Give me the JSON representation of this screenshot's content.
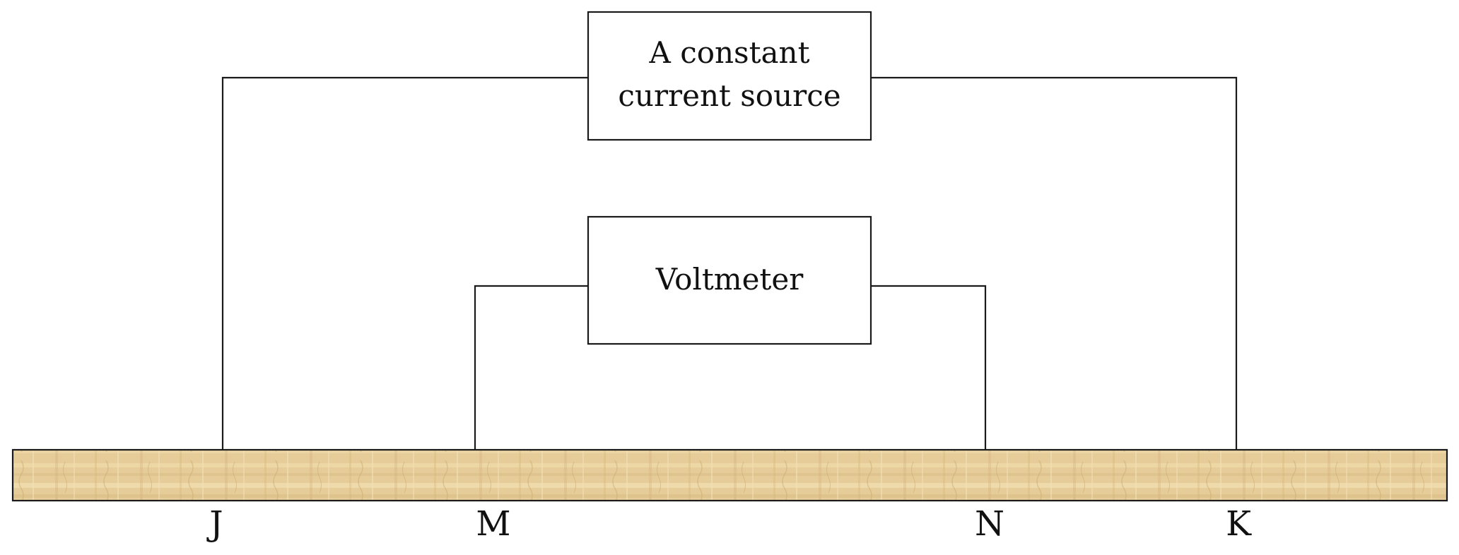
{
  "diagram": {
    "source_box": {
      "line1": "A constant",
      "line2": "current source"
    },
    "voltmeter_box": {
      "label": "Voltmeter"
    },
    "terminals": {
      "j": "J",
      "m": "M",
      "n": "N",
      "k": "K"
    },
    "colors": {
      "rod_base": "#e6cc98",
      "rod_light": "#f0dcaf",
      "rod_dark": "#cdb07a",
      "line": "#1a1a1a"
    }
  }
}
